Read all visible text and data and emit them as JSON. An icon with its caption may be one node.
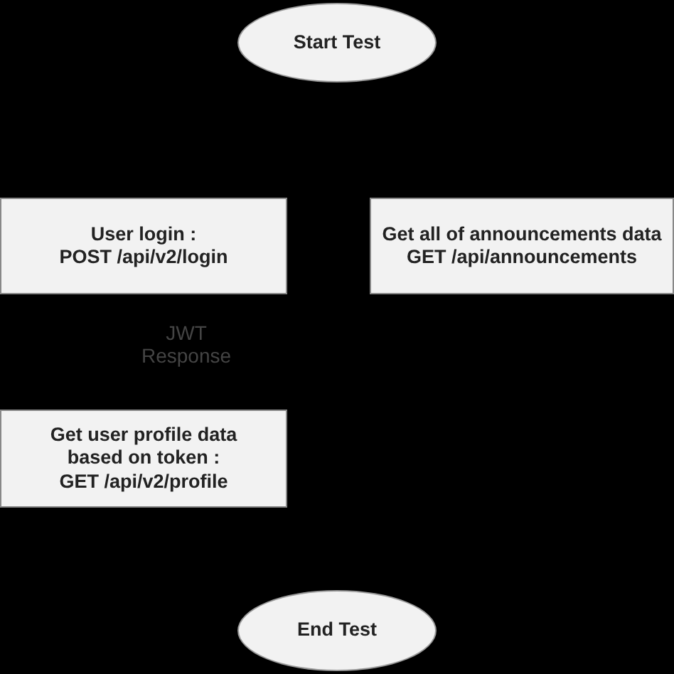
{
  "diagram": {
    "nodes": [
      {
        "text": [
          "Start Test"
        ]
      },
      {
        "text": [
          "User login :",
          "POST /api/v2/login"
        ]
      },
      {
        "text": [
          "Get all of announcements data",
          "GET /api/announcements"
        ]
      },
      {
        "text": [
          "Get user profile data based on token :",
          "GET /api/v2/profile"
        ]
      },
      {
        "text": [
          "End Test"
        ]
      }
    ],
    "labels": [
      "JWT Response"
    ]
  }
}
